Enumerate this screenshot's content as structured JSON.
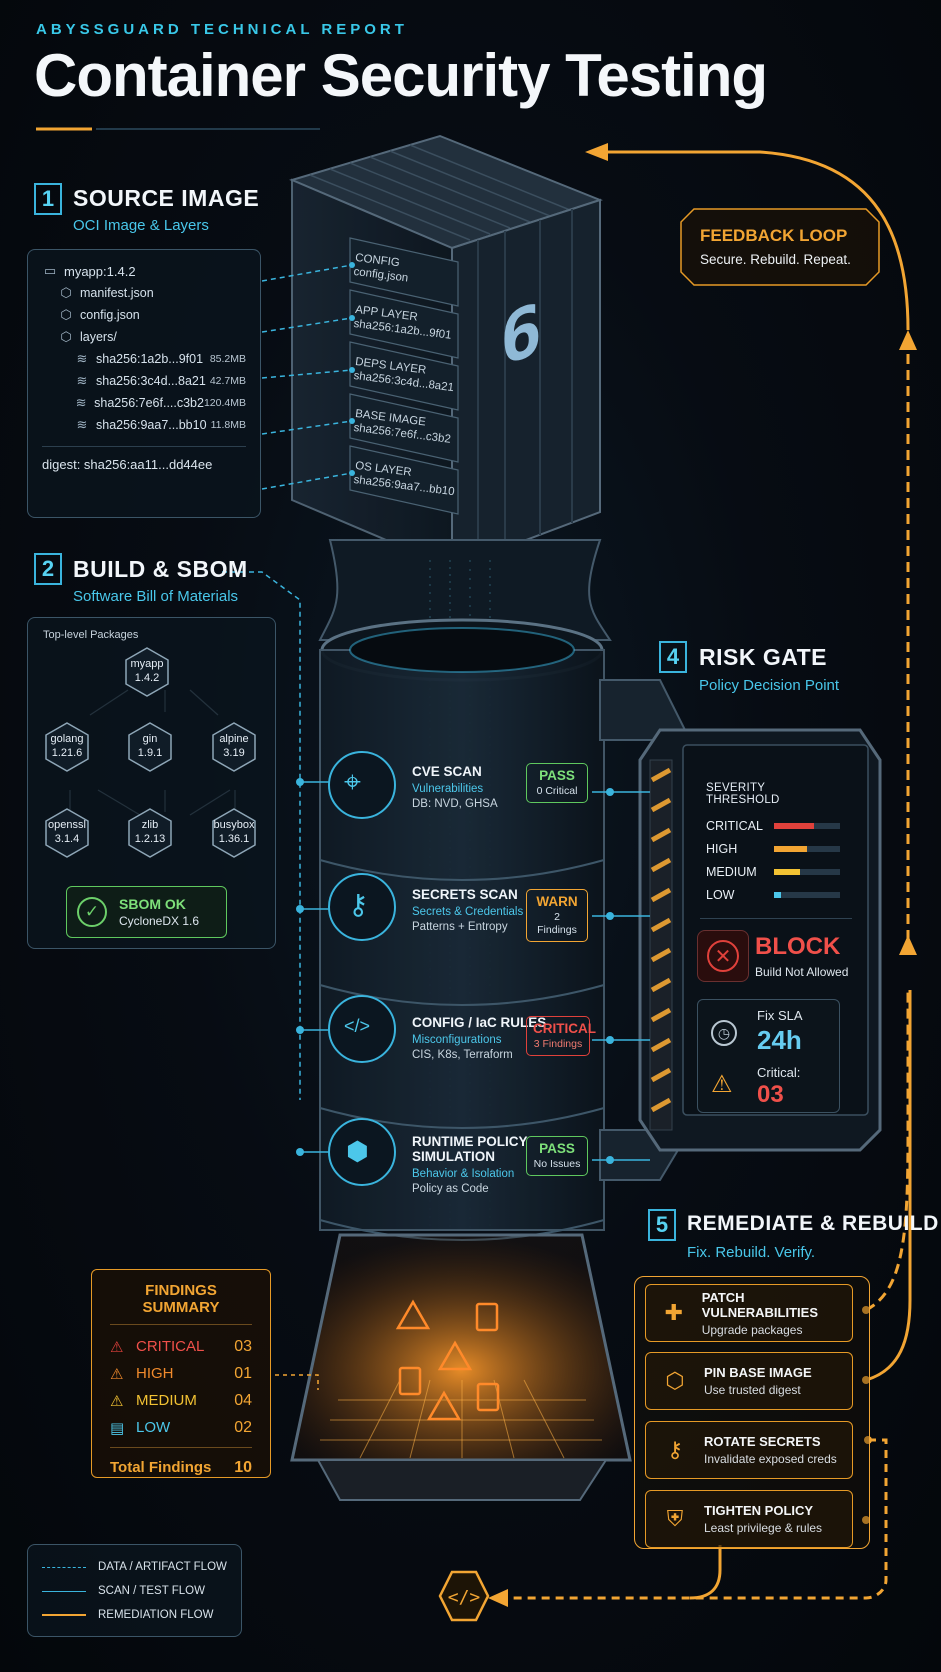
{
  "header": {
    "kicker": "ABYSSGUARD TECHNICAL REPORT",
    "title": "Container Security Testing"
  },
  "colors": {
    "accent_blue": "#3ab4dd",
    "accent_orange": "#f2a533",
    "critical": "#e0413b",
    "pass": "#6ccf6a",
    "warn": "#f2a533"
  },
  "source": {
    "num": "1",
    "title": "SOURCE IMAGE",
    "subtitle": "OCI Image & Layers",
    "root": "myapp:1.4.2",
    "files": [
      "manifest.json",
      "config.json",
      "layers/"
    ],
    "layers": [
      {
        "hash": "sha256:1a2b...9f01",
        "size": "85.2MB"
      },
      {
        "hash": "sha256:3c4d...8a21",
        "size": "42.7MB"
      },
      {
        "hash": "sha256:7e6f....c3b2",
        "size": "120.4MB"
      },
      {
        "hash": "sha256:9aa7...bb10",
        "size": "11.8MB"
      }
    ],
    "digest": "digest: sha256:aa11...dd44ee"
  },
  "container_layers": [
    {
      "name": "CONFIG",
      "value": "config.json"
    },
    {
      "name": "APP LAYER",
      "value": "sha256:1a2b...9f01"
    },
    {
      "name": "DEPS LAYER",
      "value": "sha256:3c4d...8a21"
    },
    {
      "name": "BASE IMAGE",
      "value": "sha256:7e6f...c3b2"
    },
    {
      "name": "OS LAYER",
      "value": "sha256:9aa7...bb10"
    }
  ],
  "sbom": {
    "num": "2",
    "title": "BUILD & SBOM",
    "subtitle": "Software Bill of Materials",
    "panel_label": "Top-level Packages",
    "packages": [
      {
        "name": "myapp",
        "version": "1.4.2"
      },
      {
        "name": "golang",
        "version": "1.21.6"
      },
      {
        "name": "gin",
        "version": "1.9.1"
      },
      {
        "name": "alpine",
        "version": "3.19"
      },
      {
        "name": "openssl",
        "version": "3.1.4"
      },
      {
        "name": "zlib",
        "version": "1.2.13"
      },
      {
        "name": "busybox",
        "version": "1.36.1"
      }
    ],
    "status_title": "SBOM OK",
    "status_sub": "CycloneDX 1.6"
  },
  "scans": [
    {
      "title": "CVE SCAN",
      "subtitle": "Vulnerabilities",
      "detail": "DB: NVD, GHSA",
      "badge": "PASS",
      "badge_sub": "0 Critical",
      "icon": "crosshair-icon"
    },
    {
      "title": "SECRETS SCAN",
      "subtitle": "Secrets & Credentials",
      "detail": "Patterns + Entropy",
      "badge": "WARN",
      "badge_sub": "2 Findings",
      "icon": "key-icon"
    },
    {
      "title": "CONFIG / IaC RULES",
      "subtitle": "Misconfigurations",
      "detail": "CIS, K8s, Terraform",
      "badge": "CRITICAL",
      "badge_sub": "3 Findings",
      "icon": "code-file-icon"
    },
    {
      "title": "RUNTIME POLICY",
      "title2": "SIMULATION",
      "subtitle": "Behavior & Isolation",
      "detail": "Policy as Code",
      "badge": "PASS",
      "badge_sub": "No Issues",
      "icon": "cube-icon"
    }
  ],
  "gate": {
    "num": "4",
    "title": "RISK GATE",
    "subtitle": "Policy Decision Point",
    "threshold_label": "SEVERITY THRESHOLD",
    "levels": [
      {
        "name": "CRITICAL",
        "fill": 0.6,
        "color": "#e0413b"
      },
      {
        "name": "HIGH",
        "fill": 0.5,
        "color": "#f2a533"
      },
      {
        "name": "MEDIUM",
        "fill": 0.4,
        "color": "#f2c233"
      },
      {
        "name": "LOW",
        "fill": 0.1,
        "color": "#4cc7ea"
      }
    ],
    "decision": "BLOCK",
    "decision_sub": "Build Not Allowed",
    "sla_label": "Fix SLA",
    "sla_value": "24h",
    "critical_label": "Critical:",
    "critical_value": "03"
  },
  "feedback": {
    "title": "FEEDBACK LOOP",
    "subtitle": "Secure. Rebuild. Repeat."
  },
  "remediate": {
    "num": "5",
    "title": "REMEDIATE & REBUILD",
    "subtitle": "Fix. Rebuild. Verify.",
    "items": [
      {
        "title": "PATCH VULNERABILITIES",
        "subtitle": "Upgrade packages",
        "icon": "bandage-icon"
      },
      {
        "title": "PIN BASE IMAGE",
        "subtitle": "Use trusted digest",
        "icon": "box-icon"
      },
      {
        "title": "ROTATE SECRETS",
        "subtitle": "Invalidate exposed creds",
        "icon": "key-icon"
      },
      {
        "title": "TIGHTEN POLICY",
        "subtitle": "Least privilege & rules",
        "icon": "shield-icon"
      }
    ]
  },
  "findings": {
    "title": "FINDINGS SUMMARY",
    "rows": [
      {
        "label": "CRITICAL",
        "value": "03",
        "color": "#e0413b"
      },
      {
        "label": "HIGH",
        "value": "01",
        "color": "#f08a2c"
      },
      {
        "label": "MEDIUM",
        "value": "04",
        "color": "#f2c233"
      },
      {
        "label": "LOW",
        "value": "02",
        "color": "#4cc7ea"
      }
    ],
    "total_label": "Total Findings",
    "total_value": "10"
  },
  "legend": [
    {
      "label": "DATA / ARTIFACT FLOW",
      "style": "dashed-blue"
    },
    {
      "label": "SCAN / TEST FLOW",
      "style": "solid-blue"
    },
    {
      "label": "REMEDIATION FLOW",
      "style": "solid-orange"
    }
  ]
}
